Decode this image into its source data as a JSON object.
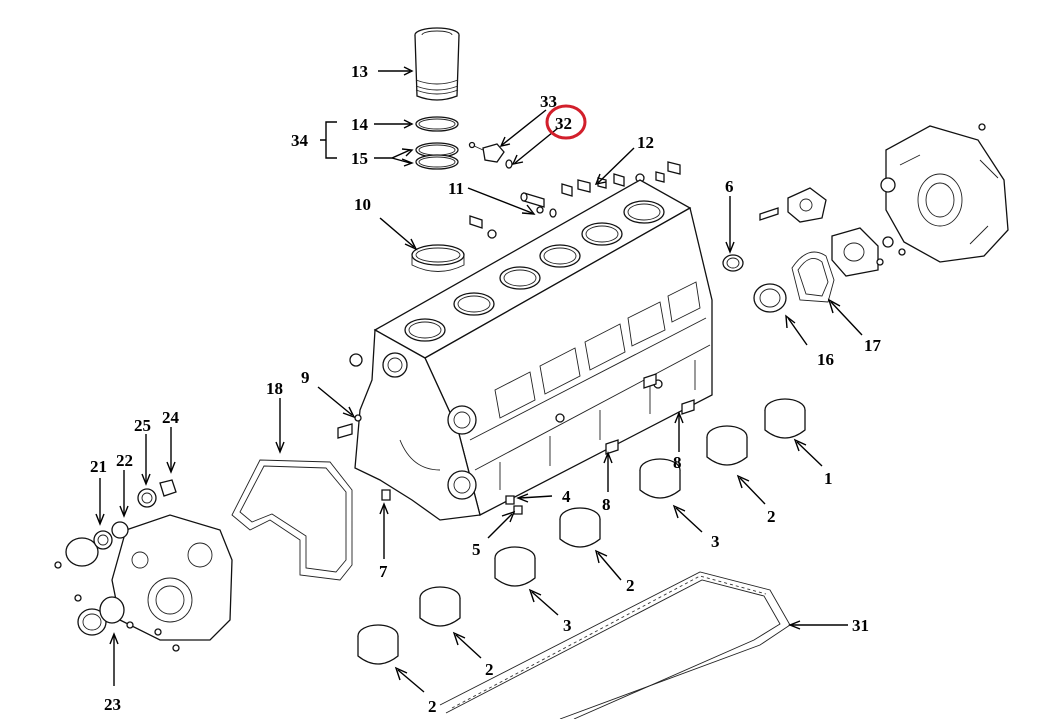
{
  "callouts": [
    {
      "id": "l13",
      "text": "13"
    },
    {
      "id": "l33",
      "text": "33"
    },
    {
      "id": "l32",
      "text": "32"
    },
    {
      "id": "l14",
      "text": "14"
    },
    {
      "id": "l34",
      "text": "34"
    },
    {
      "id": "l15",
      "text": "15"
    },
    {
      "id": "l12",
      "text": "12"
    },
    {
      "id": "l11",
      "text": "11"
    },
    {
      "id": "l10",
      "text": "10"
    },
    {
      "id": "l6",
      "text": "6"
    },
    {
      "id": "l16",
      "text": "16"
    },
    {
      "id": "l17",
      "text": "17"
    },
    {
      "id": "l9",
      "text": "9"
    },
    {
      "id": "l18",
      "text": "18"
    },
    {
      "id": "l25",
      "text": "25"
    },
    {
      "id": "l24",
      "text": "24"
    },
    {
      "id": "l21",
      "text": "21"
    },
    {
      "id": "l22",
      "text": "22"
    },
    {
      "id": "l8a",
      "text": "8"
    },
    {
      "id": "l8b",
      "text": "8"
    },
    {
      "id": "l1",
      "text": "1"
    },
    {
      "id": "l2a",
      "text": "2"
    },
    {
      "id": "l4",
      "text": "4"
    },
    {
      "id": "l3a",
      "text": "3"
    },
    {
      "id": "l5",
      "text": "5"
    },
    {
      "id": "l7",
      "text": "7"
    },
    {
      "id": "l2b",
      "text": "2"
    },
    {
      "id": "l31",
      "text": "31"
    },
    {
      "id": "l3b",
      "text": "3"
    },
    {
      "id": "l2c",
      "text": "2"
    },
    {
      "id": "l23",
      "text": "23"
    },
    {
      "id": "l2d",
      "text": "2"
    }
  ],
  "highlighted_callout": "32",
  "colors": {
    "highlight": "#d21f2b",
    "ink": "#000000",
    "background": "#ffffff"
  }
}
